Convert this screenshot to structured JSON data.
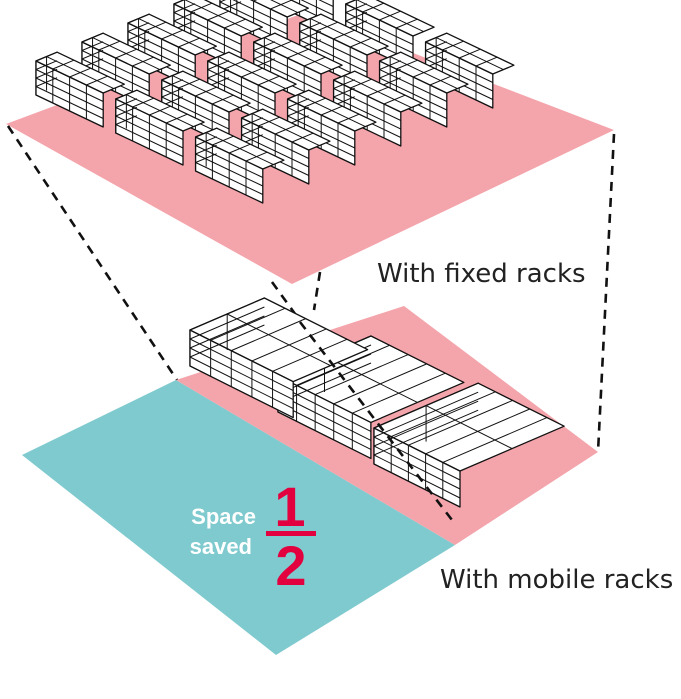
{
  "labels": {
    "fixed": "With fixed racks",
    "mobile": "With mobile racks"
  },
  "badge": {
    "line1": "Space",
    "line2": "saved",
    "numerator": "1",
    "denominator": "2"
  },
  "colors": {
    "floor_pink": "#f4a4ab",
    "saved_teal": "#7fcace",
    "accent_red": "#e3003f",
    "rack_fill": "#ffffff",
    "rack_stroke": "#111111"
  }
}
